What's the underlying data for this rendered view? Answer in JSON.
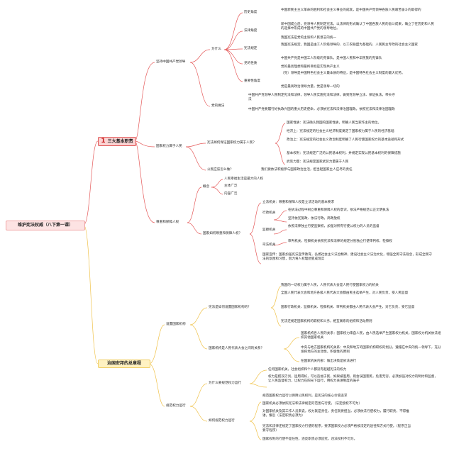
{
  "root": "维护宪法权威（八下第一课）",
  "branches": [
    {
      "num": "1",
      "label": "三大基本职责",
      "children": [
        {
          "label": "坚持中国共产党领导",
          "children": [
            {
              "label": "为什么",
              "children": [
                {
                  "label": "历史角度",
                  "leaves": [
                    "中国新民主主义革命的胜利和社会主义事业的成就，是中国共产党领导各族人民艰苦奋斗的取得的"
                  ]
                },
                {
                  "label": "法律角度",
                  "leaves": [
                    "新中国成立后，党领导人民制定宪法，以法律的形式确认了中国各族人民的奋斗成果，确立了在历史和人民的选择中形成的中国共产党的领导地位。"
                  ]
                },
                {
                  "label": "宪法规定",
                  "leaves": [
                    "我国宪法是党的主张和人民意志的统一",
                    "我国宪法规定，我国是由工人阶级领导的、以工农联盟为基础的、人民民主专政的社会主义国家"
                  ]
                },
                {
                  "label": "党的性质",
                  "leaves": [
                    "中国共产党是中国工人阶级的先锋队，是中国人民和中华民族的先锋队",
                    "党的最高理想和最终目标是实现共产主义"
                  ]
                },
                {
                  "label": "重要性角度",
                  "leaves": [
                    "（党）领导是中国特色社会主义最本质的特征，是中国特色社会主义制度的最大优势。",
                    "党是最高政治领导力量，党是领导一切的"
                  ]
                }
              ]
            },
            {
              "label": "党的做法",
              "leaves": [
                "中国共产党领导人民制定宪法和法律，领导人民实施宪法和法律，做到党领导立法、保证执法，带头守法",
                "中国共产党要履行好执政兴国的重大历史使命，必须依宪法和法律治国理政。依照宪法和法律治国理政"
              ]
            }
          ]
        },
        {
          "label": "国家权力属于人民",
          "children": [
            {
              "label": "宪法如何保证国家权力属于人民？",
              "leaves": [
                "国家性质：宪法确认我国的国家性质，明确人民当家作主的地位。",
                "经济上：宪法规定的社会主义经济制度奠定了国家权力属于人民的经济基础",
                "政治上：宪法规定的社会主义政治制度明确了人民行使国家权力的基本途径和形式",
                "基本权利：宪法规定广泛的公民基本权利，并规定实现公民基本权利的保障措施",
                "武装力量：宪法规定国家武装力量属于人民"
              ]
            },
            {
              "label": "公民应该怎么做？",
              "leaves": [
                "我们要依法积极参与国家政治生活，担当起国家主人应尽的责任"
              ]
            }
          ]
        },
        {
          "label": "尊重和保障人权",
          "children": [
            {
              "label": "概念",
              "leaves": [
                "人民幸福生活是最大的人权",
                "主体广泛",
                "内容广泛"
              ]
            },
            {
              "label": "国家如何尊重和保障人权？",
              "sub": [
                {
                  "label": "立法机关",
                  "leaves": [
                    "立法机关：尊重和保障人权是立法活动的基本要求"
                  ]
                },
                {
                  "label": "行政机关",
                  "leaves": [
                    "在执法过程中树立尊重和保障人权的意识，依法严格规范公正文明执法",
                    "坚持依宪施政、依法行政，简政放权"
                  ]
                },
                {
                  "label": "监察机关",
                  "leaves": [
                    "依照法律独立行使监察权，加强对所有行使公权力的人员的监督"
                  ]
                },
                {
                  "label": "司法机关",
                  "leaves": [
                    "审判机关，检察机关依照宪法和法律的规定分别独立行使审判权、检察权"
                  ]
                },
                {
                  "label": "国家宣传",
                  "leaves": [
                    "国家宣传：国家加强宪法宣传教育，弘扬社会主义法治精神，建设社会主义法治文化，增强全民守法观念，形成全民守法的氛围和习惯，努力将人权理想变成现实"
                  ]
                }
              ]
            }
          ]
        }
      ]
    },
    {
      "num": "",
      "label": "治国安邦的总章程",
      "children": [
        {
          "label": "设置国家机构",
          "children": [
            {
              "label": "宪法是如何设置国家机构的？",
              "leaves": [
                "我国的一切权力属于人民，人民代表大会是人民行使国家权力的机关",
                "全国人民代表大会和地方各级人民代表大会都由民主选举产生，对人民负责，受人民监督",
                "国家行政机关、监察机关、检察机关、审判机关都由人民代表大会产生，对它负责，受它监督",
                "宪法还规定国家机构的职权和义务，相互联系的组织和活动原则"
              ]
            },
            {
              "label": "国家机构是人民代表大会之间的关系？",
              "leaves": [
                "国家机构各人民的关系：国家权力来自人民，由人民选举产生国家权力机关，国家权力机关依法组织其他国家机关",
                "中央与地方国家机构的关系：中央和地方的国家机构职权的划分，遵循在中央的统一领导下，充分发挥地方的主动性，积极性的原则",
                "在国家机关内部：做出决策是依法进行"
              ]
            }
          ]
        },
        {
          "label": "规范权力运行",
          "children": [
            {
              "label": "为什么要规范权力运行",
              "leaves": [
                "任何国家机关，社会组织和个人都没有超越宪法的权力",
                "权力是把双刃剑，运用得好，可以造福于民，如果被滥用，则会误国害民，危害无穷。必须加强对权力的制约和监督，让人民监督权力，让权力在阳光下运行，用权力关进制度的笼子"
              ]
            },
            {
              "label": "如何规范权力运行",
              "leaves": [
                "规范国家权力运行以保障公民权利，是宪法的核心价值追求",
                "国家机关必须依照宪法和法律规定的范围与行使，（法定授权不可为）",
                "对国家机关及其工作人员来说，权力就是责任，责任就要担当，必须依法行使权力，履行职责，不得推诿，懈怠（法定职责必须为）",
                "宪法和法律还规定了国家权力行使的程序，要求国家权力必须严格按法定的途径和方式行使。（程序正当要守程序）",
                "国家权利的行使不是任性，违反职责必须追究，违法权利不可为。"
              ]
            }
          ]
        }
      ]
    }
  ]
}
